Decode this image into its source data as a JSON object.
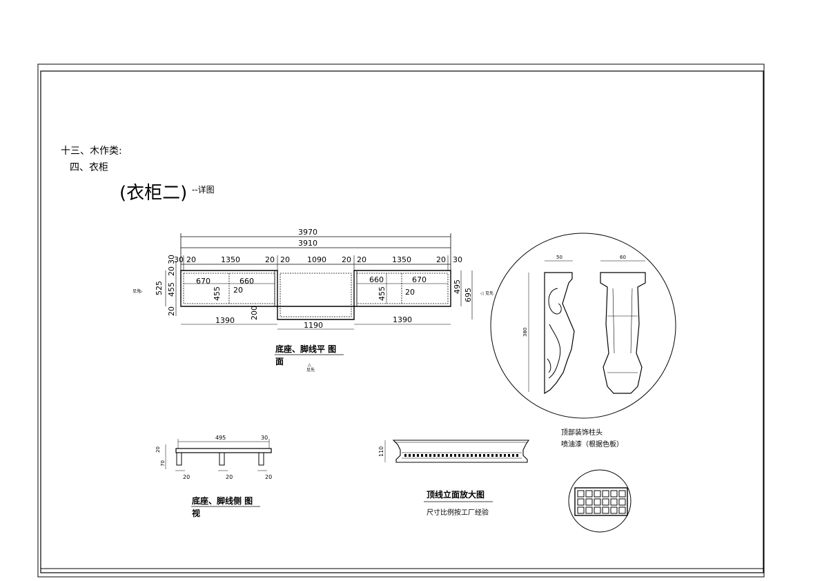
{
  "heading": {
    "section": "十三、木作类:",
    "subsection": "四、衣柜",
    "drawing_title": "(衣柜二)",
    "drawing_suffix": "--详图"
  },
  "plan": {
    "dims_top": {
      "overall_outer": "3970",
      "overall_inner": "3910",
      "segments": [
        "30",
        "20",
        "1350",
        "20",
        "20",
        "1090",
        "20",
        "20",
        "1350",
        "20",
        "30"
      ]
    },
    "dims_inner": {
      "left_a": "670",
      "left_b": "660",
      "right_a": "660",
      "right_b": "670",
      "left_depth": "455",
      "right_depth": "455",
      "left_gap": "20",
      "right_gap": "20"
    },
    "dims_left": [
      "20",
      "525",
      "455",
      "20"
    ],
    "dims_right": [
      "495",
      "695"
    ],
    "dims_bottom": {
      "left": "1390",
      "middle": "1190",
      "right": "1390",
      "step": "200"
    },
    "view_mark": "见先",
    "caption_line1": "底座、脚线平 图",
    "caption_line2": "面"
  },
  "side_view": {
    "width": "495",
    "end": "30",
    "height_top": "20",
    "height_leg": "70",
    "leg_widths": [
      "20",
      "20",
      "20"
    ],
    "caption_line1": "底座、脚线侧 图",
    "caption_line2": "视"
  },
  "cornice": {
    "height": "110",
    "caption": "顶线立面放大图",
    "note": "尺寸比例按工厂经验"
  },
  "corbel": {
    "dim_width": "50",
    "dim_front": "60",
    "dim_height": "380",
    "caption_line1": "顶部装饰柱头",
    "caption_line2": "喷油漆（根据色板）"
  }
}
